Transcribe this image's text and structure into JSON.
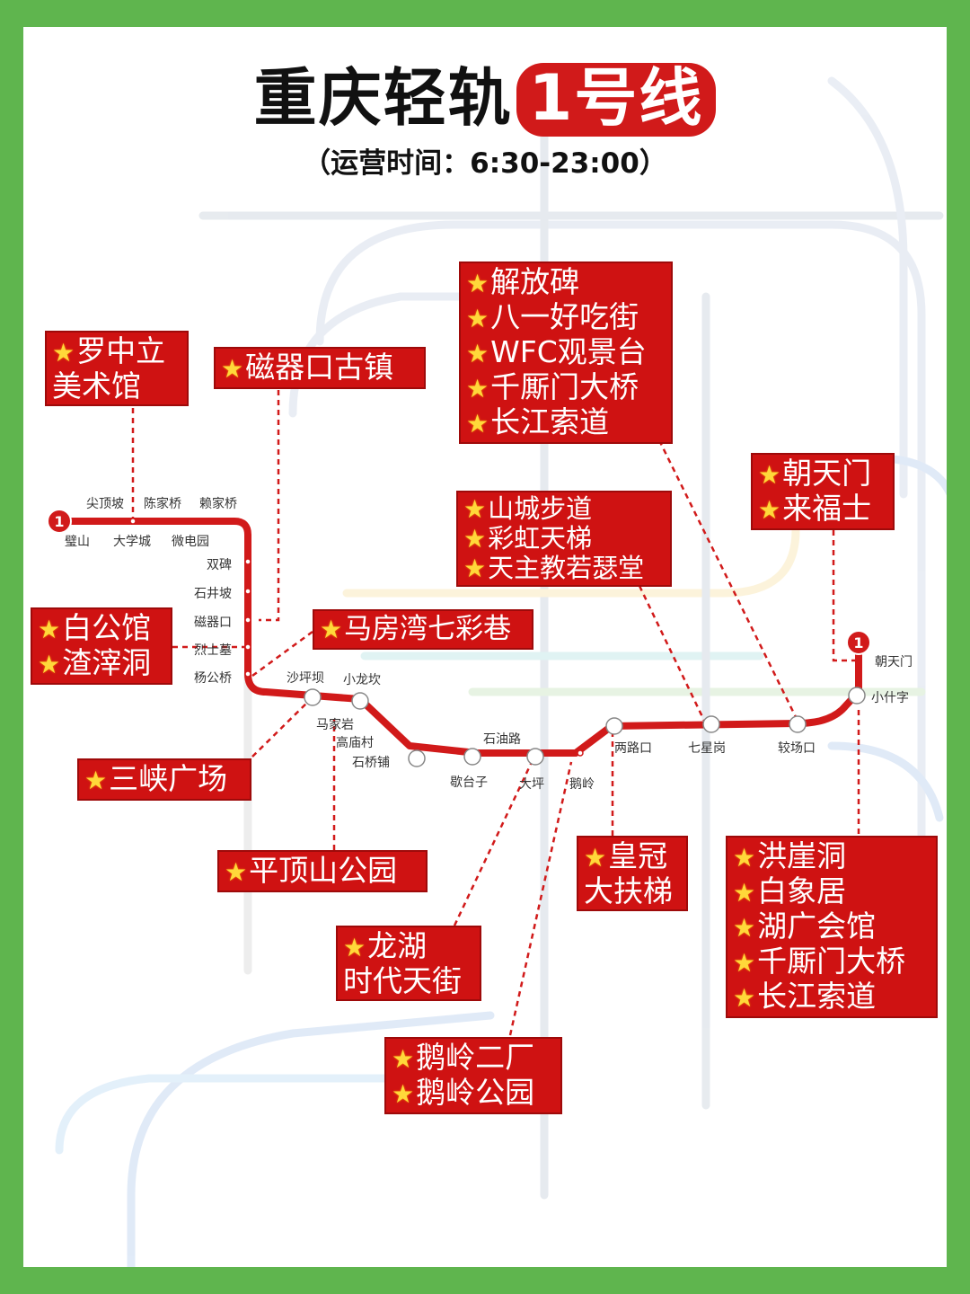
{
  "title": {
    "main": "重庆轻轨",
    "line": "1号线"
  },
  "subtitle": "（运营时间：6:30-23:00）",
  "colors": {
    "frame": "#5fb54e",
    "line": "#d11a1a",
    "box": "#cf1212",
    "star": "#ffd83a"
  },
  "line_badge": "1",
  "stations": {
    "bishan": "璧山",
    "jianding": "尖顶坡",
    "daxuecheng": "大学城",
    "chenjiaqiao": "陈家桥",
    "weidianyuan": "微电园",
    "laijiaqiao": "赖家桥",
    "shuangbei": "双碑",
    "shijingpo": "石井坡",
    "ciqikou": "磁器口",
    "lieshimu": "烈士墓",
    "yanggongqiao": "杨公桥",
    "shapingba": "沙坪坝",
    "xiaolongkan": "小龙坎",
    "majiayan": "马家岩",
    "gaomiaocun": "高庙村",
    "shiqiaopu": "石桥铺",
    "shiyoulu": "石油路",
    "gepingzi": "歇台子",
    "daping": "大坪",
    "eling": "鹅岭",
    "lianglukou": "两路口",
    "qixinggang": "七星岗",
    "jiaochangkou": "较场口",
    "xiaoshizi": "小什字",
    "chaotianmen": "朝天门"
  },
  "attractions": {
    "luozhongli": [
      "罗中立",
      "美术馆"
    ],
    "ciqikou_town": [
      "磁器口古镇"
    ],
    "jiefangbei": [
      "解放碑",
      "八一好吃街",
      "WFC观景台",
      "千厮门大桥",
      "长江索道"
    ],
    "chaotianmen": [
      "朝天门",
      "来福士"
    ],
    "shancheng": [
      "山城步道",
      "彩虹天梯",
      "天主教若瑟堂"
    ],
    "baigongguan": [
      "白公馆",
      "渣滓洞"
    ],
    "mafangwan": [
      "马房湾七彩巷"
    ],
    "sanxia": [
      "三峡广场"
    ],
    "pingdingshan": [
      "平顶山公园"
    ],
    "huangguan": [
      "皇冠",
      "大扶梯"
    ],
    "hongyadong": [
      "洪崖洞",
      "白象居",
      "湖广会馆",
      "千厮门大桥",
      "长江索道"
    ],
    "longhu": [
      "龙湖",
      "时代天街"
    ],
    "eling_park": [
      "鹅岭二厂",
      "鹅岭公园"
    ]
  }
}
